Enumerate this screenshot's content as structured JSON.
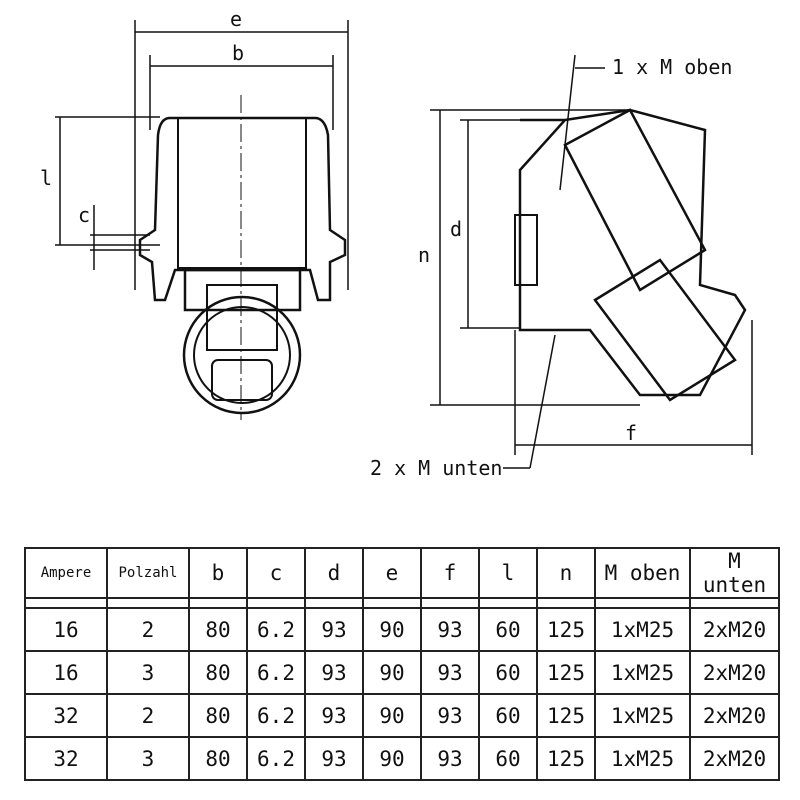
{
  "drawing": {
    "labels": {
      "e": "e",
      "b": "b",
      "l": "l",
      "c": "c",
      "n": "n",
      "d": "d",
      "f": "f",
      "m_oben": "1 x M oben",
      "m_unten": "2 x M unten"
    }
  },
  "table": {
    "headers": [
      "Ampere",
      "Polzahl",
      "b",
      "c",
      "d",
      "e",
      "f",
      "l",
      "n",
      "M oben",
      "M unten"
    ],
    "rows": [
      [
        "16",
        "2",
        "80",
        "6.2",
        "93",
        "90",
        "93",
        "60",
        "125",
        "1xM25",
        "2xM20"
      ],
      [
        "16",
        "3",
        "80",
        "6.2",
        "93",
        "90",
        "93",
        "60",
        "125",
        "1xM25",
        "2xM20"
      ],
      [
        "32",
        "2",
        "80",
        "6.2",
        "93",
        "90",
        "93",
        "60",
        "125",
        "1xM25",
        "2xM20"
      ],
      [
        "32",
        "3",
        "80",
        "6.2",
        "93",
        "90",
        "93",
        "60",
        "125",
        "1xM25",
        "2xM20"
      ]
    ]
  }
}
